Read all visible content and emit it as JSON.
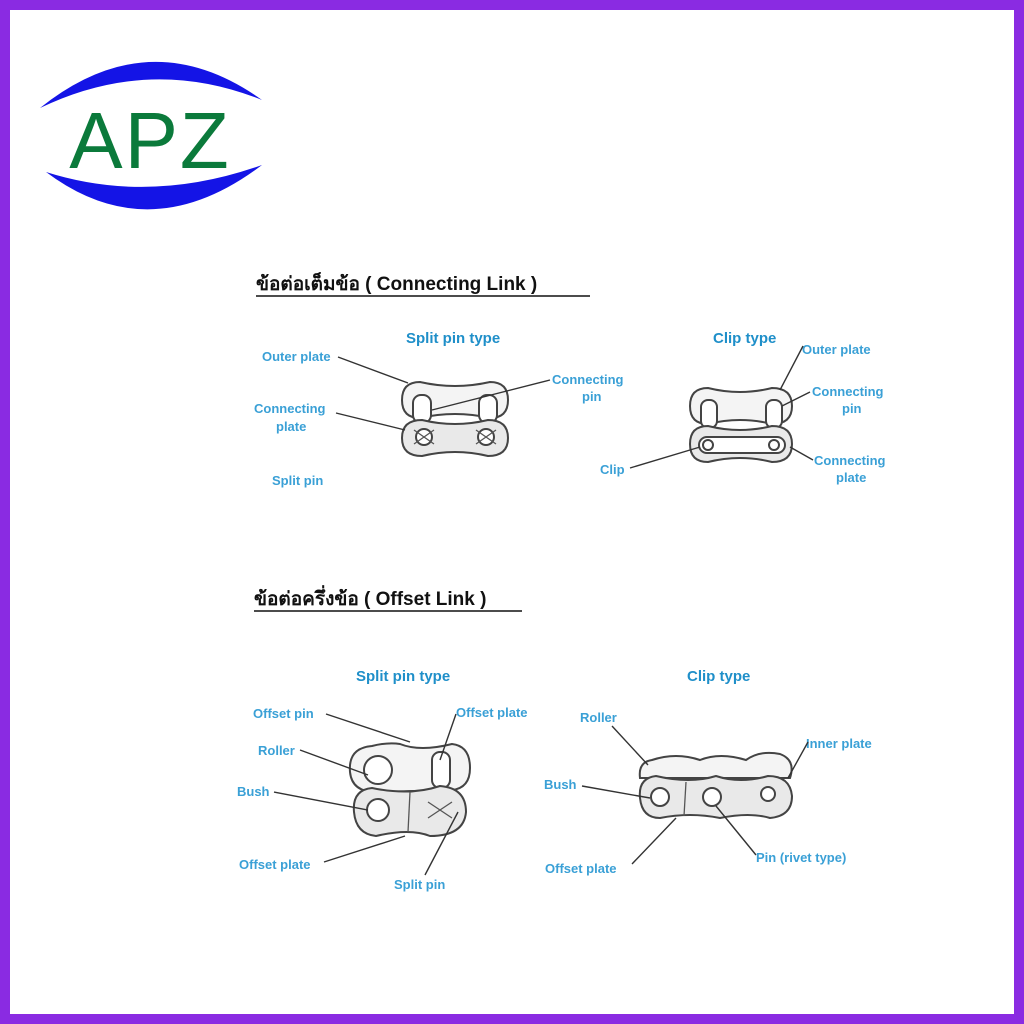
{
  "logo": {
    "text": "APZ",
    "ring_color": "#1414e6",
    "text_color": "#0b7a3b"
  },
  "frame_color": "#8a2be2",
  "label_color": "#3aa0d6",
  "connecting_link": {
    "heading": "ข้อต่อเต็มข้อ ( Connecting Link )",
    "split_pin_type": {
      "title": "Split pin type",
      "labels": {
        "outer_plate": "Outer plate",
        "connecting_plate_1": "Connecting",
        "connecting_plate_2": "plate",
        "split_pin": "Split pin",
        "connecting_pin_1": "Connecting",
        "connecting_pin_2": "pin"
      }
    },
    "clip_type": {
      "title": "Clip  type",
      "labels": {
        "outer_plate": "Outer plate",
        "connecting_pin_1": "Connecting",
        "connecting_pin_2": "pin",
        "clip": "Clip",
        "connecting_plate_1": "Connecting",
        "connecting_plate_2": "plate"
      }
    }
  },
  "offset_link": {
    "heading": "ข้อต่อครึ่งข้อ ( Offset Link )",
    "split_pin_type": {
      "title": "Split pin type",
      "labels": {
        "offset_pin": "Offset pin",
        "offset_plate_top": "Offset plate",
        "roller": "Roller",
        "bush": "Bush",
        "offset_plate_bottom": "Offset plate",
        "split_pin": "Split pin"
      }
    },
    "clip_type": {
      "title": "Clip  type",
      "labels": {
        "roller": "Roller",
        "inner_plate": "Inner plate",
        "bush": "Bush",
        "offset_plate": "Offset plate",
        "pin_rivet": "Pin (rivet type)"
      }
    }
  }
}
